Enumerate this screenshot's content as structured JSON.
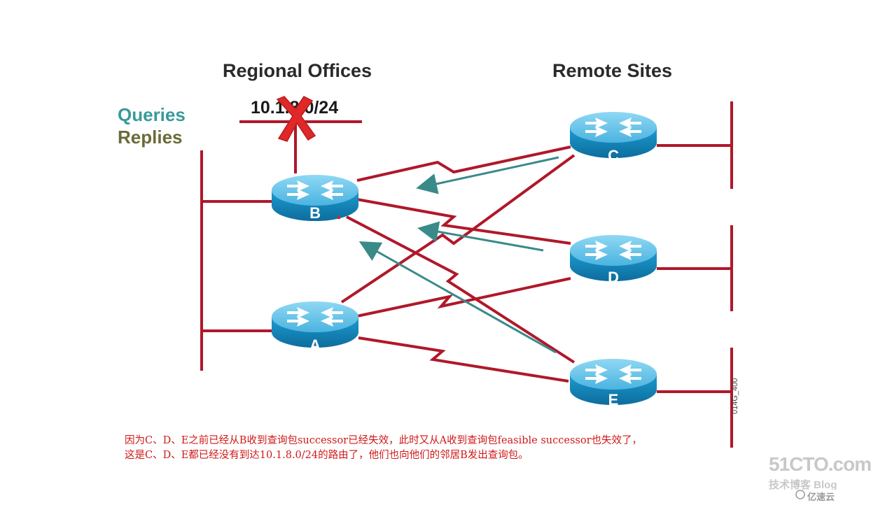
{
  "headers": {
    "regional": "Regional Offices",
    "remote": "Remote Sites"
  },
  "legend": {
    "queries": "Queries",
    "replies": "Replies",
    "queries_color": "#3a9a9a",
    "replies_color": "#6b6b3a"
  },
  "prefix": "10.1.8.0/24",
  "routers": {
    "a": "A",
    "b": "B",
    "c": "C",
    "d": "D",
    "e": "E"
  },
  "figure_id": "014G_400",
  "note": {
    "line1": "因为C、D、E之前已经从B收到查询包successor已经失效，此时又从A收到查询包feasible successor也失效了，",
    "line2": "这是C、D、E都已经没有到达10.1.8.0/24的路由了，他们也向他们的邻居B发出查询包。"
  },
  "watermark": {
    "brand": "51CTO.com",
    "sub": "技术博客 Blog",
    "logo_text": "亿速云"
  },
  "colors": {
    "link": "#b0182a",
    "query_arrow": "#3a8a8a",
    "router_body": "#1b8fc0",
    "router_top": "#6cc7ec",
    "failed_x": "#e02828",
    "note_text": "#d01818"
  }
}
